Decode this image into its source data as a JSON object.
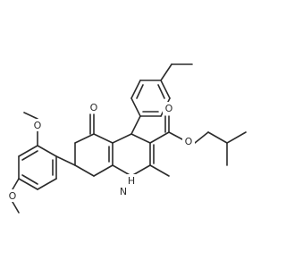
{
  "molecule": {
    "atoms": [
      {
        "symbol": "O"
      },
      {
        "symbol": "O"
      },
      {
        "symbol": "O"
      },
      {
        "symbol": "O"
      },
      {
        "symbol": "O"
      },
      {
        "symbol": "H"
      },
      {
        "symbol": "N"
      }
    ],
    "bond_color": "#2b2b2b",
    "label_color": "#2b2b2b",
    "background": "#ffffff"
  }
}
